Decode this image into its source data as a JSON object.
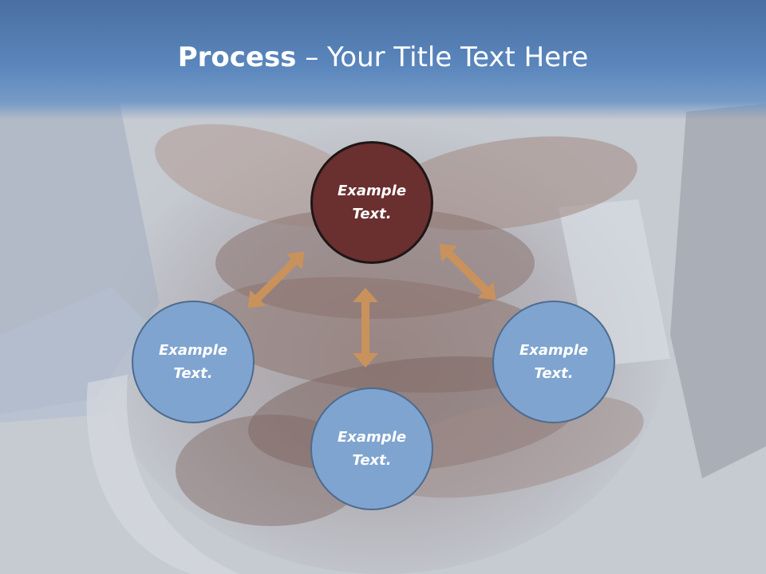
{
  "slide": {
    "title_bold": "Process",
    "title_rest": " – Your Title Text Here"
  },
  "nodes": {
    "top": {
      "line1": "Example",
      "line2": "Text."
    },
    "left": {
      "line1": "Example",
      "line2": "Text."
    },
    "right": {
      "line1": "Example",
      "line2": "Text."
    },
    "bottom": {
      "line1": "Example",
      "line2": "Text."
    }
  },
  "colors": {
    "header": "#5a86bd",
    "node_blue": "#7fa4cf",
    "node_maroon": "#6a2f2f",
    "arrow": "#c9925c"
  },
  "background": {
    "image": "stacked-hands-photo"
  }
}
